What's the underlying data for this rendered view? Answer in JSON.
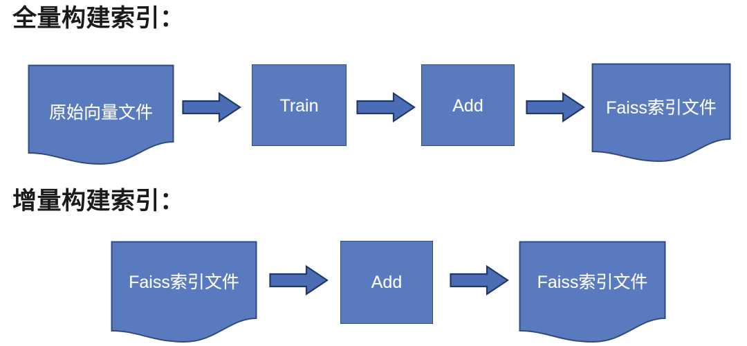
{
  "slide": {
    "background": "#ffffff",
    "node_fill": "#5A7AC0",
    "node_stroke": "#2E4B80",
    "arrow_fill": "#4A6DB5",
    "arrow_stroke": "#1F3864",
    "label_color": "#ffffff",
    "heading_color": "#1a1a1a"
  },
  "sections": [
    {
      "heading": "全量构建索引：",
      "nodes": [
        {
          "label": "原始向量文件",
          "shape": "document"
        },
        {
          "label": "Train",
          "shape": "rectangle"
        },
        {
          "label": "Add",
          "shape": "rectangle"
        },
        {
          "label": "Faiss索引文件",
          "shape": "document"
        }
      ],
      "arrows": [
        {
          "direction": "right"
        },
        {
          "direction": "right"
        },
        {
          "direction": "right"
        }
      ]
    },
    {
      "heading": "增量构建索引：",
      "nodes": [
        {
          "label": "Faiss索引文件",
          "shape": "document"
        },
        {
          "label": "Add",
          "shape": "rectangle"
        },
        {
          "label": "Faiss索引文件",
          "shape": "document"
        }
      ],
      "arrows": [
        {
          "direction": "right"
        },
        {
          "direction": "right"
        }
      ]
    }
  ]
}
